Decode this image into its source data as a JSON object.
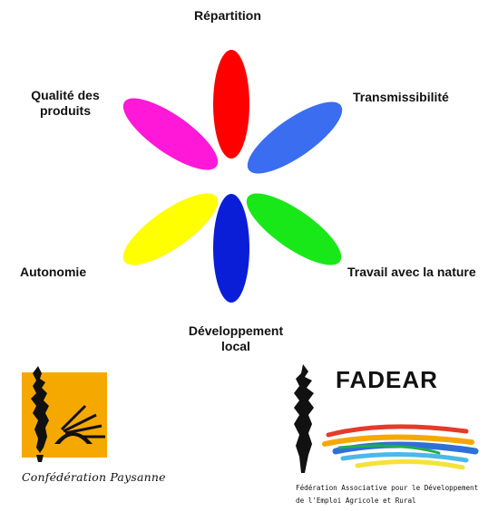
{
  "petals": [
    {
      "key": "repartition",
      "label": "Répartition",
      "color": "#ff0000"
    },
    {
      "key": "transmissibilite",
      "label": "Transmissibilité",
      "color": "#3a6df0"
    },
    {
      "key": "travail",
      "label": "Travail avec la nature",
      "color": "#18e818"
    },
    {
      "key": "developpement",
      "label_line1": "Développement",
      "label_line2": "local",
      "color": "#0a1ed8"
    },
    {
      "key": "autonomie",
      "label": "Autonomie",
      "color": "#ffff00"
    },
    {
      "key": "qualite",
      "label_line1": "Qualité des",
      "label_line2": "produits",
      "color": "#ff18d8"
    }
  ],
  "logos": {
    "confederation": {
      "caption": "Confédération Paysanne",
      "square_color": "#f5a800"
    },
    "fadear": {
      "title": "FADEAR",
      "subtitle_line1": "Fédération Associative pour le Développement",
      "subtitle_line2": "de l'Emploi Agricole et Rural",
      "stripe_colors": [
        "#e53a2a",
        "#f5a800",
        "#2f6fd8",
        "#4cb8e8",
        "#f4e23a",
        "#1fae4b"
      ]
    }
  }
}
